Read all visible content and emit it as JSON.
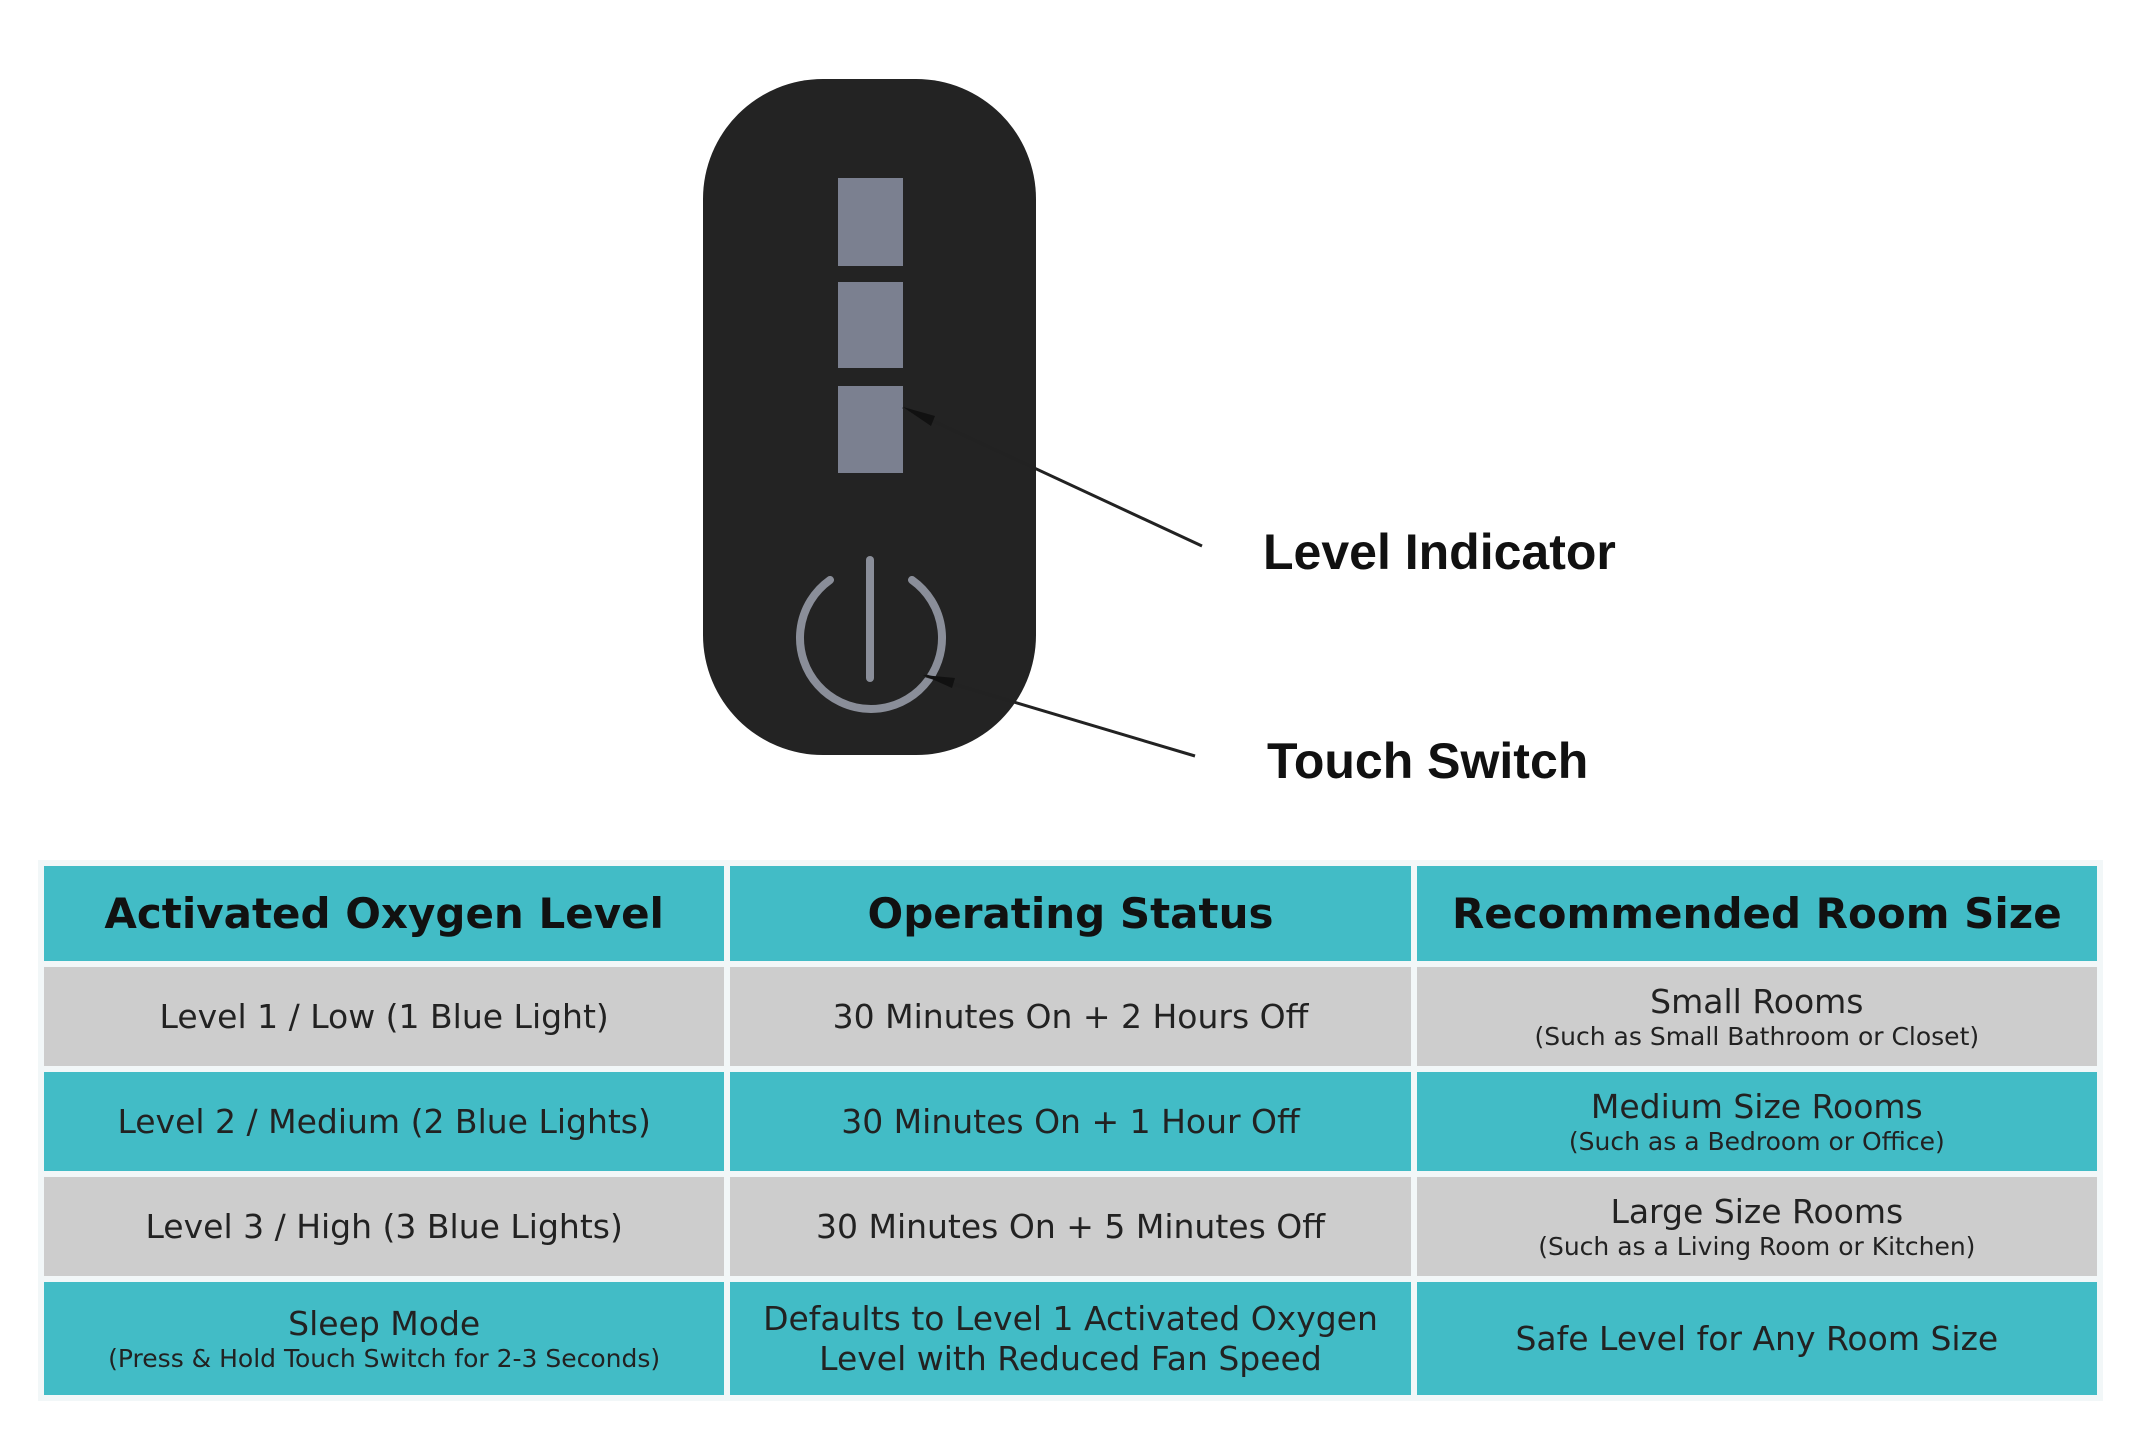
{
  "labels": {
    "level_indicator": "Level Indicator",
    "touch_switch": "Touch Switch"
  },
  "colors": {
    "teal": "#42bcc6",
    "gray": "#cdcdcd",
    "device": "#232323",
    "indicator": "#7b8090"
  },
  "table": {
    "headers": [
      "Activated Oxygen Level",
      "Operating Status",
      "Recommended Room Size"
    ],
    "rows": [
      {
        "level": "Level 1 / Low (1 Blue Light)",
        "status": "30 Minutes On + 2 Hours Off",
        "room": "Small Rooms",
        "room_note": "(Such as Small Bathroom or Closet)"
      },
      {
        "level": "Level 2 / Medium (2 Blue Lights)",
        "status": "30 Minutes On + 1 Hour Off",
        "room": "Medium Size Rooms",
        "room_note": "(Such as a Bedroom or Office)"
      },
      {
        "level": "Level 3 / High (3 Blue Lights)",
        "status": "30 Minutes On + 5 Minutes Off",
        "room": "Large Size Rooms",
        "room_note": "(Such as a Living Room or Kitchen)"
      },
      {
        "level": "Sleep Mode",
        "level_note": "(Press & Hold Touch Switch for 2-3 Seconds)",
        "status": "Defaults to Level 1 Activated Oxygen",
        "status_line2": "Level with Reduced Fan Speed",
        "room": "Safe Level for Any Room Size"
      }
    ]
  }
}
